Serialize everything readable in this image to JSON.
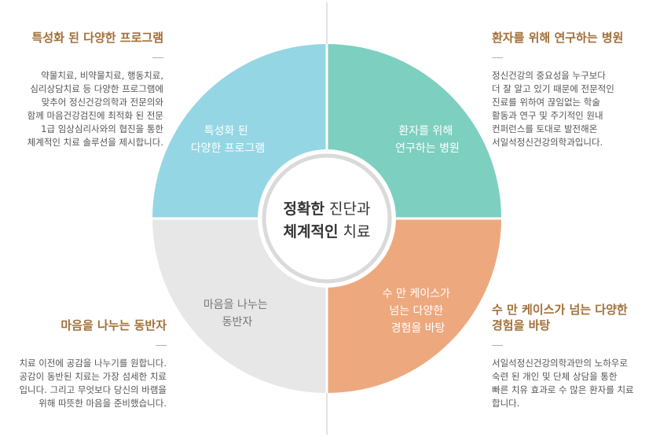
{
  "colors": {
    "top_left": "#95d6e4",
    "top_right": "#7dcfbf",
    "bottom_left": "#e7e7e7",
    "bottom_right": "#eea87e",
    "title_brown": "#a26f38"
  },
  "center": {
    "line1_bold": "정확한",
    "line1_rest": " 진단과",
    "line2_bold": "체계적인",
    "line2_rest": " 치료"
  },
  "quadrants": {
    "top_left": {
      "label_line1": "특성화 된",
      "label_line2": "다양한 프로그램"
    },
    "top_right": {
      "label_line1": "환자를 위해",
      "label_line2": "연구하는 병원"
    },
    "bottom_left": {
      "label_line1": "마음을 나누는",
      "label_line2": "동반자"
    },
    "bottom_right": {
      "label_line1": "수 만 케이스가",
      "label_line2": "넘는 다양한",
      "label_line3": "경험을 바탕"
    }
  },
  "blocks": {
    "top_left": {
      "title": "특성화 된 다양한 프로그램",
      "desc": "약물치료, 비약물치료, 행동치료,\n심리상담치료 등 다양한 프로그램에\n맞추어 정신건강의학과 전문의와\n함께 마음건강검진에 최적화 된 전문\n1급 임상심리사와의 협진을 통한\n체계적인 치료 솔루션을 제시합니다."
    },
    "top_right": {
      "title": "환자를 위해 연구하는 병원",
      "desc": "정신건강의 중요성을 누구보다\n더 잘 알고 있기 때문에 전문적인\n진료를 위하여 끊임없는 학술\n활동과 연구 및 주기적인 원내\n컨퍼런스를 토대로 발전해온\n서일석정신건강의학과입니다."
    },
    "bottom_left": {
      "title": "마음을 나누는 동반자",
      "desc": "치료 이전에 공감을 나누기를 원합니다.\n공감이 동반된 치료는 가장 섬세한 치료\n입니다. 그리고 무엇보다 당신의 바램을\n위해 따뜻한 마음을 준비했습니다."
    },
    "bottom_right": {
      "title": "수 만 케이스가 넘는 다양한\n경험을 바탕",
      "desc": "서일석정신건강의학과만의 노하우로\n숙련 된 개인 및 단체 상담을 통한\n빠른 치유 효과로 수 많은 환자를 치료\n합니다."
    }
  }
}
